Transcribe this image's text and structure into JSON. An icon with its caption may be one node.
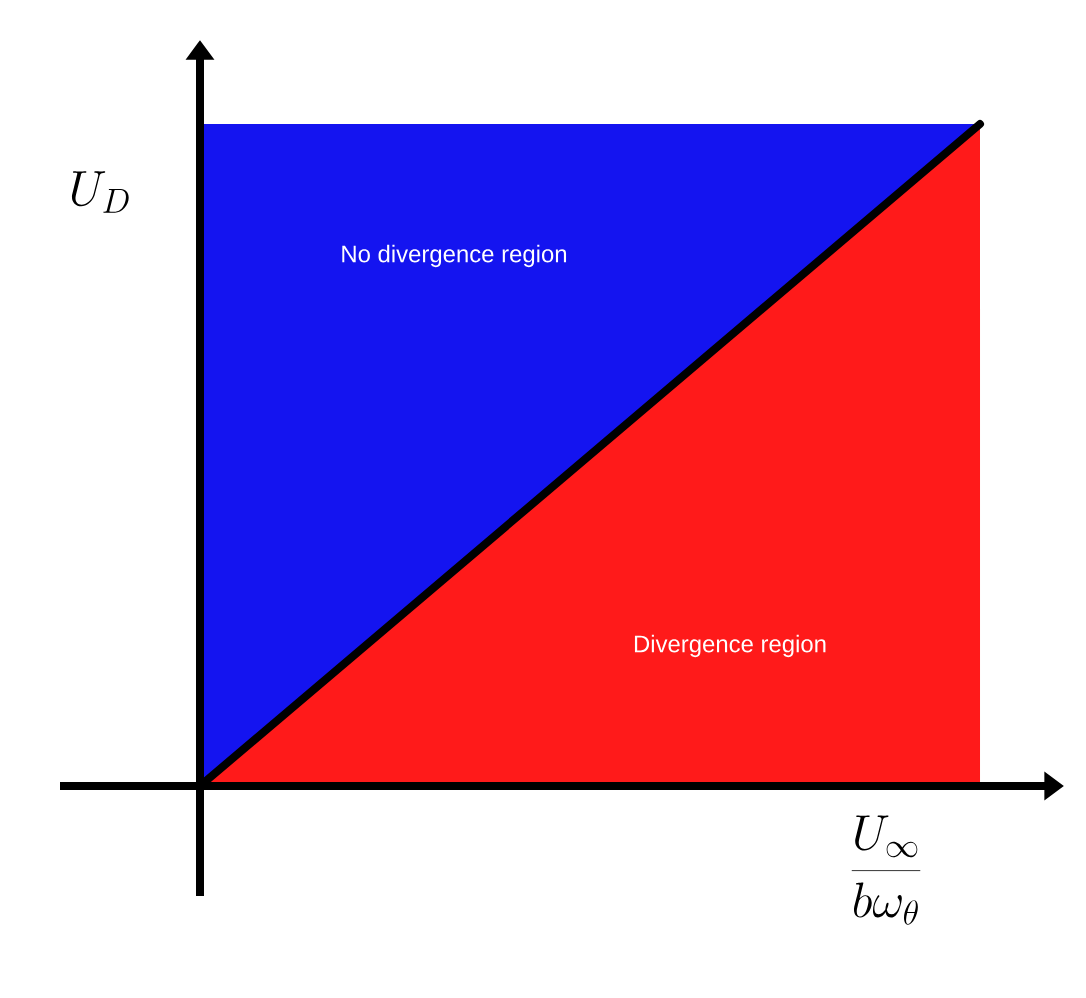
{
  "diagram": {
    "nodes": [
      {
        "text": [
          "No divergence region"
        ]
      },
      {
        "text": [
          "Divergence region"
        ]
      }
    ],
    "labels": [
      "U_D",
      "\\frac{U_\\infty}{b\\omega_\\theta}"
    ]
  }
}
